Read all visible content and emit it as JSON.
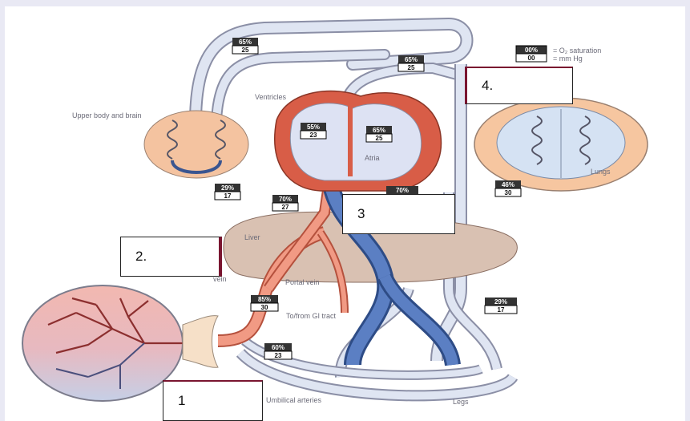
{
  "legend": {
    "top_sample": "00%",
    "bottom_sample": "00",
    "saturation_label": "= O₂ saturation",
    "pressure_label": "= mm Hg"
  },
  "structures": {
    "upper_body": "Upper body and brain",
    "ventricles": "Ventricles",
    "atria": "Atria",
    "lungs": "Lungs",
    "liver": "Liver",
    "portal_vein": "Portal vein",
    "gi_tract": "To/from GI tract",
    "umbilical_arteries": "Umbilical arteries",
    "legs": "Legs",
    "vein": "vein"
  },
  "badges": [
    {
      "top": "65%",
      "bottom": "25"
    },
    {
      "top": "65%",
      "bottom": "25"
    },
    {
      "top": "55%",
      "bottom": "23"
    },
    {
      "top": "65%",
      "bottom": "25"
    },
    {
      "top": "29%",
      "bottom": "17"
    },
    {
      "top": "70%",
      "bottom": "27"
    },
    {
      "top": "70%",
      "bottom": ""
    },
    {
      "top": "46%",
      "bottom": "30"
    },
    {
      "top": "85%",
      "bottom": "30"
    },
    {
      "top": "29%",
      "bottom": "17"
    },
    {
      "top": "60%",
      "bottom": "23"
    }
  ],
  "answer_boxes": {
    "box1": "1",
    "box2": "2.",
    "box3": "3",
    "box4": "4."
  }
}
